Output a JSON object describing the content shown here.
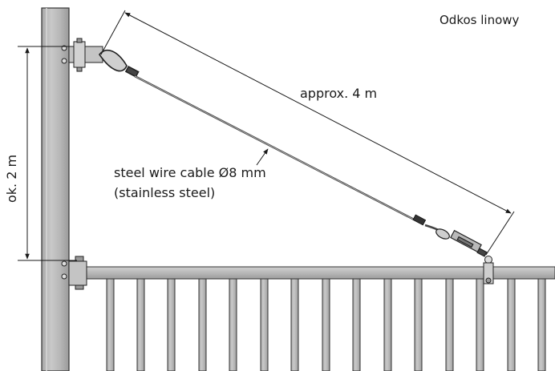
{
  "diagram": {
    "title": "Odkos linowy",
    "length_label": "approx. 4 m",
    "height_label": "ok. 2 m",
    "cable_label_line1": "steel wire cable Ø8 mm",
    "cable_label_line2": "(stainless steel)"
  },
  "colors": {
    "metal_fill": "#bdbdbd",
    "metal_dark": "#8a8a8a",
    "outline": "#2a2a2a",
    "text": "#1a1a1a"
  }
}
